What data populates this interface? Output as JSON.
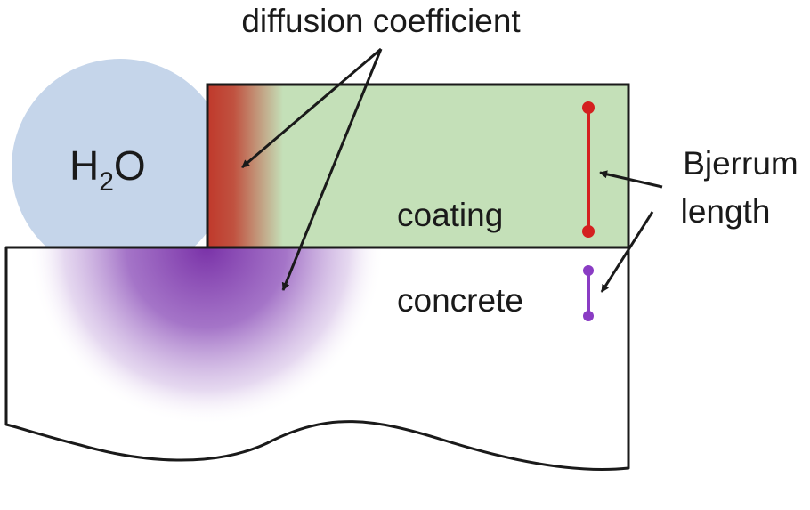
{
  "labels": {
    "diffusion": "diffusion coefficient",
    "water_main": "H",
    "water_sub": "2",
    "water_tail": "O",
    "coating": "coating",
    "concrete": "concrete",
    "bjerrum_line1": "Bjerrum",
    "bjerrum_line2": "length"
  },
  "colors": {
    "water": "#c5d5ea",
    "coating": "#c4e0b8",
    "coating_edge": "#c0392b",
    "concrete_diffusion": "#7a32a8",
    "bjerrum_coating": "#d42020",
    "bjerrum_concrete": "#8a3cc4",
    "outline": "#1a1a1a"
  }
}
